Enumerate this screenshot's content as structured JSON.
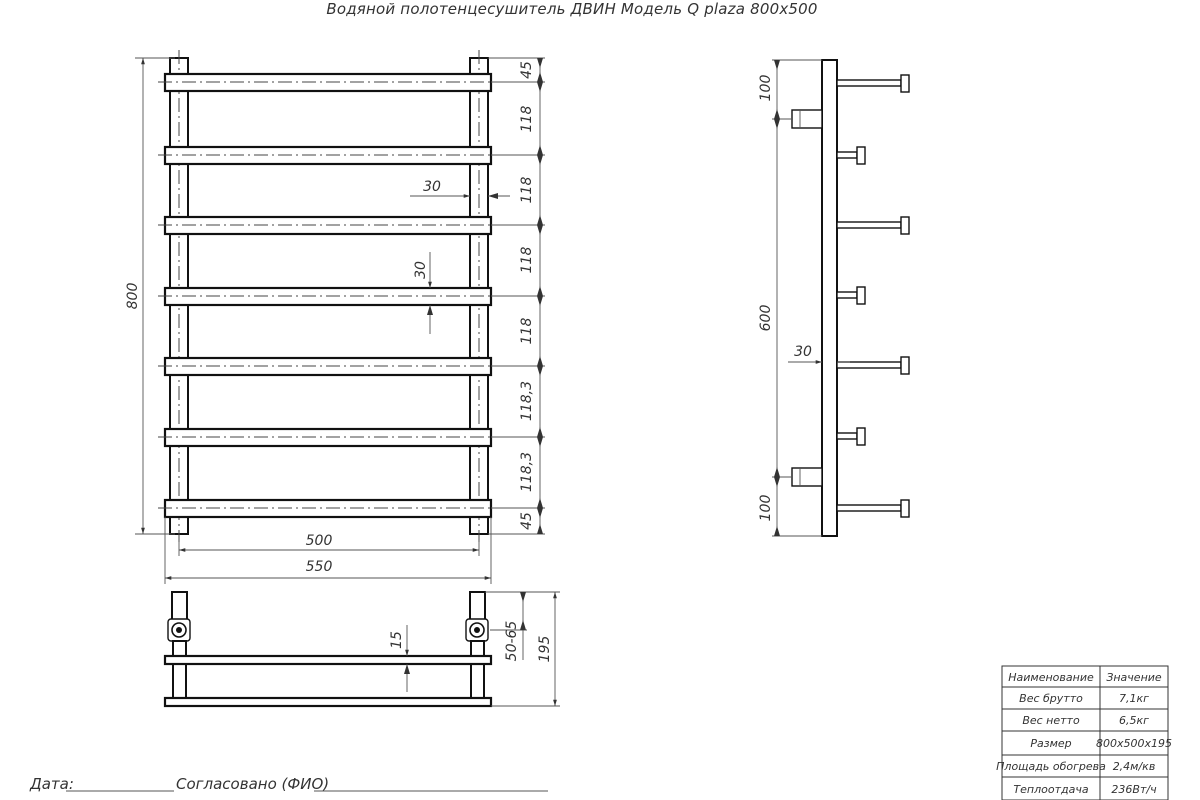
{
  "title": "Водяной полотенцесушитель ДВИН Модель Q plaza 800x500",
  "front_view": {
    "dim_height_total": "800",
    "dim_top": "45",
    "dim_bottom": "45",
    "dim_gap_1": "118",
    "dim_gap_2": "118",
    "dim_gap_3": "118",
    "dim_gap_4": "118",
    "dim_gap_5": "118,3",
    "dim_gap_6": "118,3",
    "dim_post_width": "30",
    "dim_bar_height": "30",
    "dim_center_width": "500",
    "dim_total_width": "550"
  },
  "side_view": {
    "dim_top": "100",
    "dim_middle": "600",
    "dim_bottom": "100",
    "dim_bar": "30"
  },
  "bottom_view": {
    "dim_offset": "50-65",
    "dim_depth": "195",
    "dim_bar": "15"
  },
  "spec_table": {
    "header_name": "Наименование",
    "header_value": "Значение",
    "rows": [
      {
        "name": "Вес брутто",
        "value": "7,1кг"
      },
      {
        "name": "Вес нетто",
        "value": "6,5кг"
      },
      {
        "name": "Размер",
        "value": "800x500x195"
      },
      {
        "name": "Площадь обогрева",
        "value": "2,4м/кв"
      },
      {
        "name": "Теплоотдача",
        "value": "236Вт/ч"
      }
    ]
  },
  "footer": {
    "date_label": "Дата:",
    "approved_label": "Согласовано (ФИО)"
  }
}
